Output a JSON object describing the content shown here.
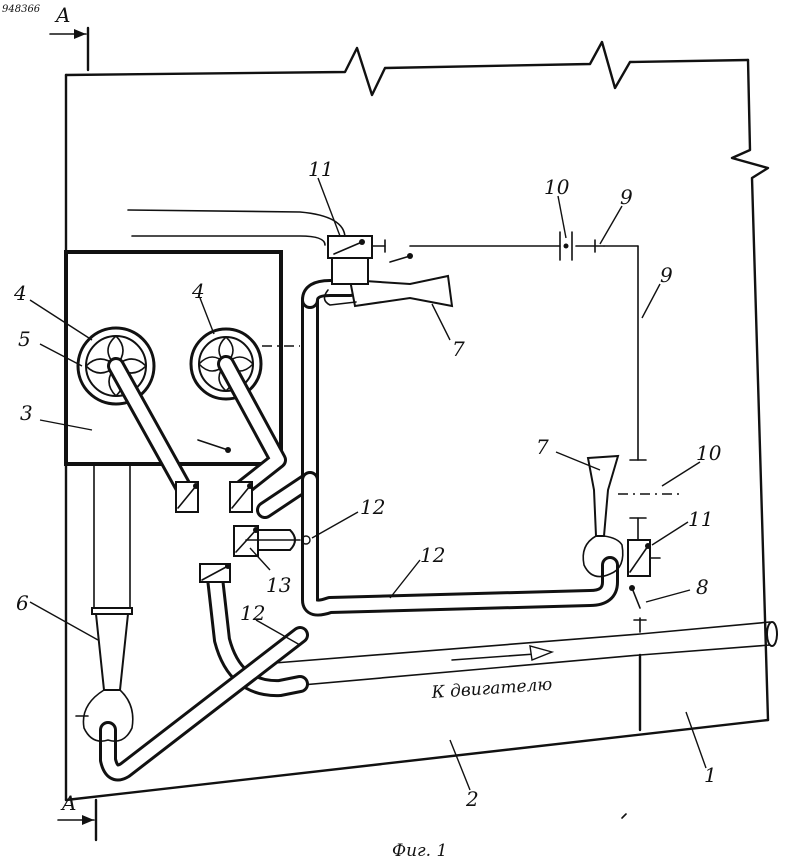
{
  "section_marker": "A",
  "labels": {
    "n1": "1",
    "n2": "2",
    "n3": "3",
    "n4": "4",
    "n5": "5",
    "n6": "6",
    "n7": "7",
    "n8": "8",
    "n9": "9",
    "n10": "10",
    "n11": "11",
    "n12": "12",
    "n13": "13"
  },
  "flow_label": "К двигателю",
  "caption": "Фиг. 1",
  "corner_mark": "948366"
}
